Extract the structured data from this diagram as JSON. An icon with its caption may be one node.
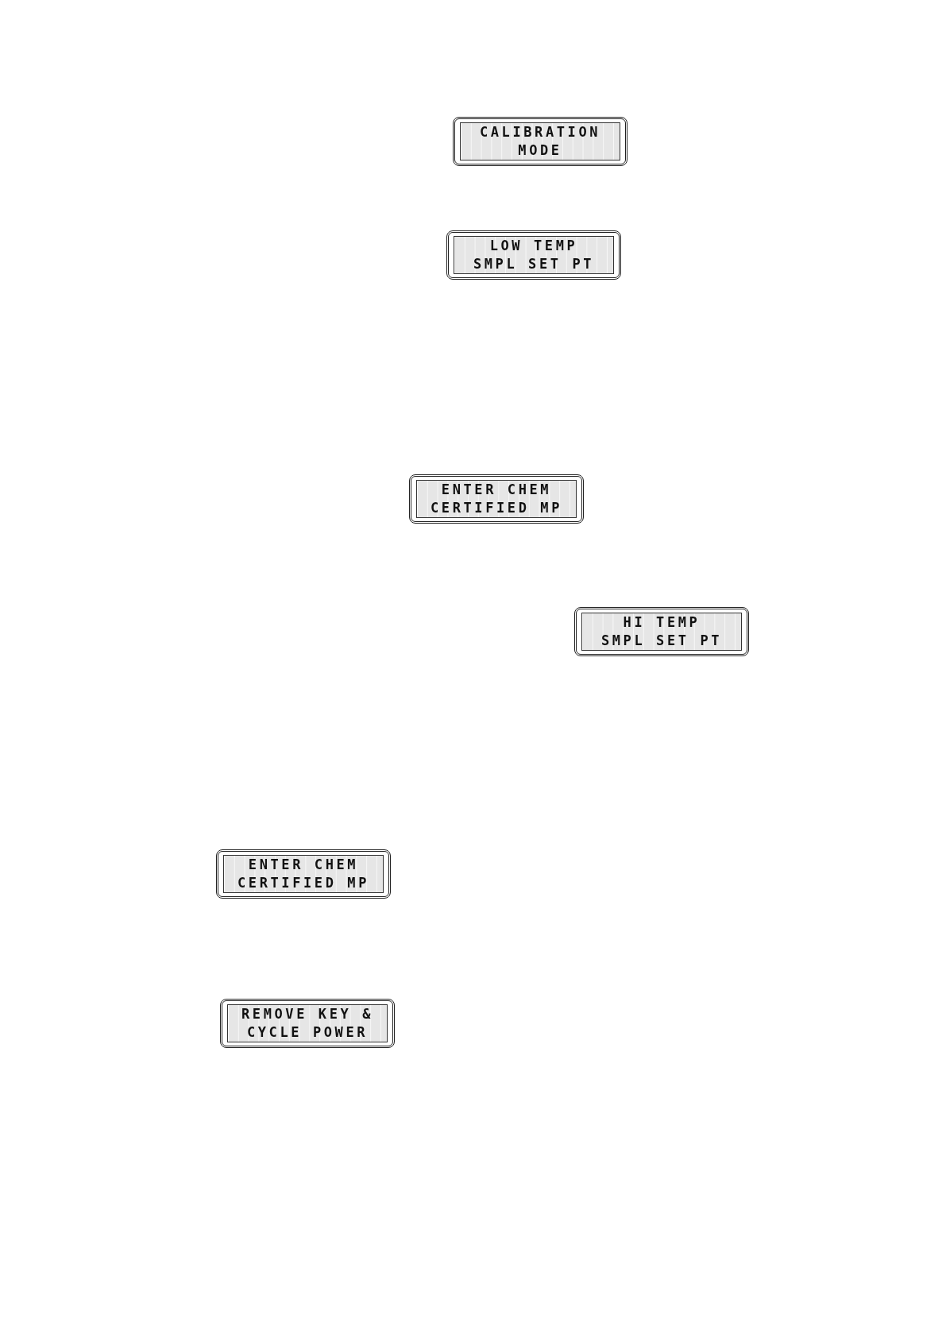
{
  "diagram": {
    "nodes": [
      {
        "text": [
          "CALIBRATION",
          "MODE"
        ]
      },
      {
        "text": [
          "LOW TEMP",
          "SMPL SET PT"
        ]
      },
      {
        "text": [
          "ENTER CHEM",
          "CERTIFIED MP"
        ]
      },
      {
        "text": [
          "HI TEMP",
          "SMPL SET PT"
        ]
      },
      {
        "text": [
          "ENTER CHEM",
          "CERTIFIED MP"
        ]
      },
      {
        "text": [
          "REMOVE KEY &",
          "CYCLE POWER"
        ]
      }
    ]
  }
}
